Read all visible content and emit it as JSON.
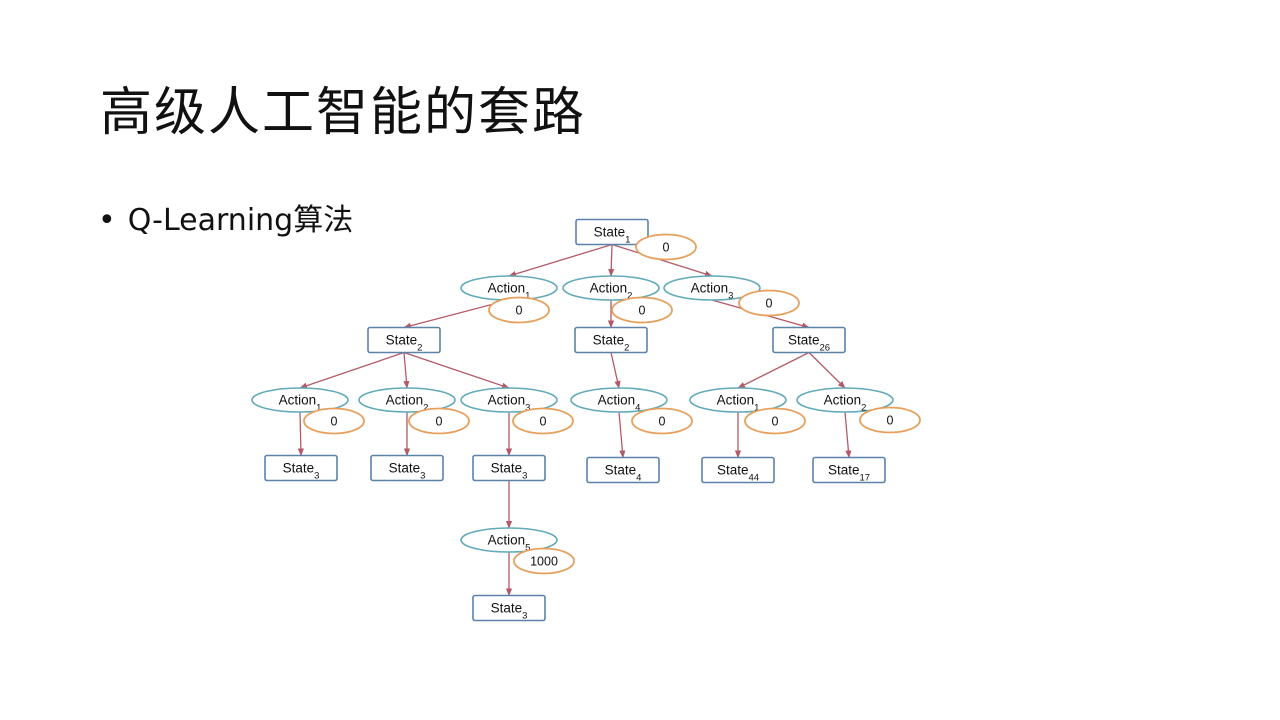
{
  "slide": {
    "title": "高级人工智能的套路",
    "bullet_marker": "•",
    "bullet_text": "Q-Learning算法"
  },
  "tree": {
    "states": [
      {
        "id": "s0",
        "base": "State",
        "sub": "1"
      },
      {
        "id": "s1",
        "base": "State",
        "sub": "2"
      },
      {
        "id": "s2",
        "base": "State",
        "sub": "2"
      },
      {
        "id": "s3",
        "base": "State",
        "sub": "26"
      },
      {
        "id": "s4",
        "base": "State",
        "sub": "3"
      },
      {
        "id": "s5",
        "base": "State",
        "sub": "3"
      },
      {
        "id": "s6",
        "base": "State",
        "sub": "3"
      },
      {
        "id": "s7",
        "base": "State",
        "sub": "4"
      },
      {
        "id": "s8",
        "base": "State",
        "sub": "44"
      },
      {
        "id": "s9",
        "base": "State",
        "sub": "17"
      },
      {
        "id": "s10",
        "base": "State",
        "sub": "3"
      }
    ],
    "actions": [
      {
        "id": "a0",
        "base": "Action",
        "sub": "1",
        "q": "0"
      },
      {
        "id": "a1",
        "base": "Action",
        "sub": "2",
        "q": "0"
      },
      {
        "id": "a2",
        "base": "Action",
        "sub": "3",
        "q": "0"
      },
      {
        "id": "a3",
        "base": "Action",
        "sub": "1",
        "q": "0"
      },
      {
        "id": "a4",
        "base": "Action",
        "sub": "2",
        "q": "0"
      },
      {
        "id": "a5",
        "base": "Action",
        "sub": "3",
        "q": "0"
      },
      {
        "id": "a6",
        "base": "Action",
        "sub": "4",
        "q": "0"
      },
      {
        "id": "a7",
        "base": "Action",
        "sub": "1",
        "q": "0"
      },
      {
        "id": "a8",
        "base": "Action",
        "sub": "2",
        "q": "0"
      },
      {
        "id": "a9",
        "base": "Action",
        "sub": "5",
        "q": "1000"
      }
    ],
    "root_q": "0",
    "edges": [
      [
        "s0",
        "a0"
      ],
      [
        "s0",
        "a1"
      ],
      [
        "s0",
        "a2"
      ],
      [
        "a0",
        "s1"
      ],
      [
        "a1",
        "s2"
      ],
      [
        "a2",
        "s3"
      ],
      [
        "s1",
        "a3"
      ],
      [
        "s1",
        "a4"
      ],
      [
        "s1",
        "a5"
      ],
      [
        "a3",
        "s4"
      ],
      [
        "a4",
        "s5"
      ],
      [
        "a5",
        "s6"
      ],
      [
        "s2",
        "a6"
      ],
      [
        "a6",
        "s7"
      ],
      [
        "s3",
        "a7"
      ],
      [
        "s3",
        "a8"
      ],
      [
        "a7",
        "s8"
      ],
      [
        "a8",
        "s9"
      ],
      [
        "s6",
        "a9"
      ],
      [
        "a9",
        "s10"
      ]
    ]
  }
}
